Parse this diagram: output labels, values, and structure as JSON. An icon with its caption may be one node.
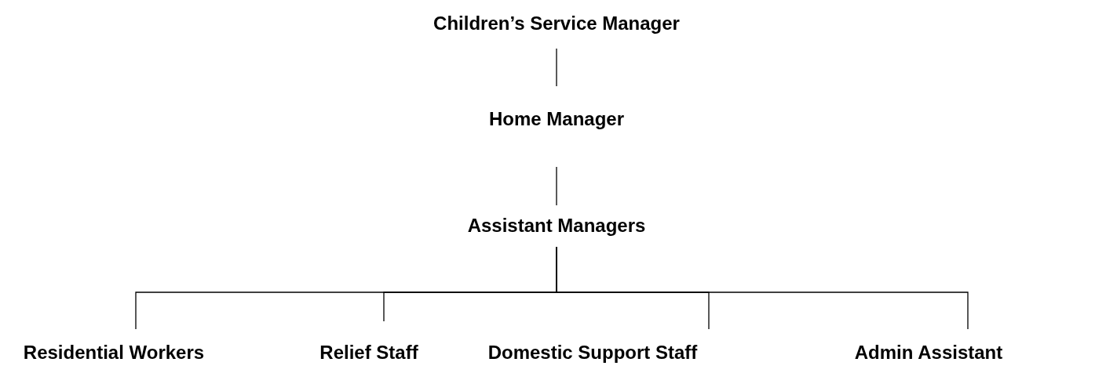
{
  "diagram": {
    "nodes": [
      {
        "text": [
          "Children’s Service Manager"
        ]
      },
      {
        "text": [
          "Home Manager"
        ]
      },
      {
        "text": [
          "Assistant Managers"
        ]
      },
      {
        "text": [
          "Residential Workers"
        ]
      },
      {
        "text": [
          "Relief Staff"
        ]
      },
      {
        "text": [
          "Domestic Support Staff"
        ]
      },
      {
        "text": [
          "Admin Assistant"
        ]
      }
    ],
    "edges": [
      {
        "from": 0,
        "to": 1,
        "arrow": "none"
      },
      {
        "from": 1,
        "to": 2,
        "arrow": "none"
      },
      {
        "from": 2,
        "to": 3,
        "arrow": "none"
      },
      {
        "from": 2,
        "to": 4,
        "arrow": "none"
      },
      {
        "from": 2,
        "to": 5,
        "arrow": "none"
      },
      {
        "from": 2,
        "to": 6,
        "arrow": "none"
      }
    ]
  }
}
